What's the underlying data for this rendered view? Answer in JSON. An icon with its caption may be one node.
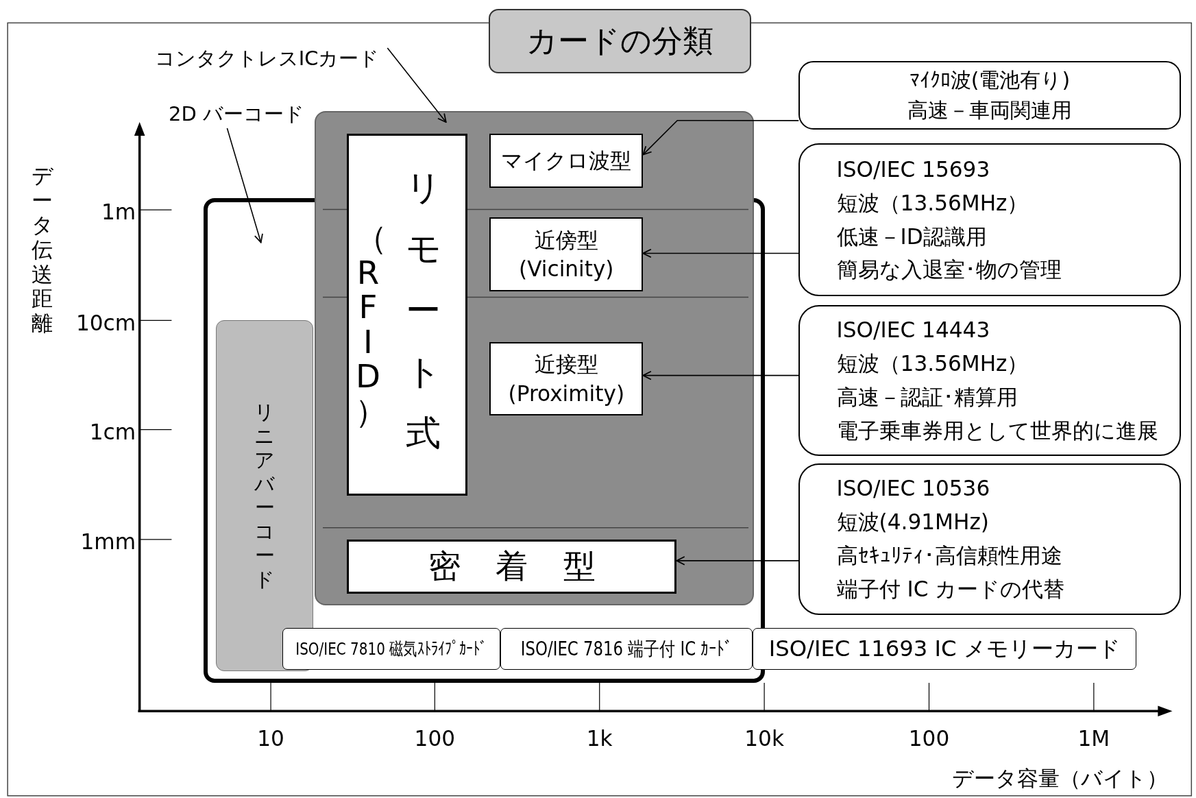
{
  "diagram": {
    "nodes": [
      {
        "text": [
          "カードの分類"
        ]
      },
      {
        "text": [
          "コンタクトレスICカード"
        ]
      },
      {
        "text": [
          "2D バーコード"
        ]
      },
      {
        "text": [],
        "shape": "box"
      },
      {
        "text": [],
        "shape": "box"
      },
      {
        "text": [
          "リニアバーコード"
        ],
        "in": 4
      },
      {
        "text": [
          "（RFID）",
          "リモート式"
        ],
        "in": 3
      },
      {
        "text": [
          "マイクロ波型"
        ],
        "in": 3
      },
      {
        "text": [
          "近傍型",
          "(Vicinity)"
        ],
        "in": 3
      },
      {
        "text": [
          "近接型",
          "(Proximity)"
        ],
        "in": 3
      },
      {
        "text": [
          "密着型"
        ],
        "in": 3
      },
      {
        "text": [
          "ﾏｲｸﾛ波(電池有り)",
          "高速－車両関連用"
        ]
      },
      {
        "text": [
          "ISO/IEC 15693",
          "短波（13.56MHz）",
          "低速－ID認識用",
          "簡易な入退室･物の管理"
        ]
      },
      {
        "text": [
          "ISO/IEC 14443",
          "短波（13.56MHz）",
          "高速－認証･精算用",
          "電子乗車券用として世界的に進展"
        ]
      },
      {
        "text": [
          "ISO/IEC 10536",
          "短波(4.91MHz)",
          "高ｾｷｭﾘﾃｨ･高信頼性用途",
          "端子付 IC カードの代替"
        ]
      },
      {
        "text": [
          "ISO/IEC 7810 磁気ｽﾄﾗｲﾌﾟｶｰﾄﾞ"
        ],
        "in": 4
      },
      {
        "text": [
          "ISO/IEC 7816 端子付 IC ｶｰﾄﾞ"
        ],
        "in": 4
      },
      {
        "text": [
          "ISO/IEC 11693 IC メモリーカード"
        ]
      }
    ],
    "edges": [
      {
        "from": 1,
        "to": 3,
        "arrow": "to"
      },
      {
        "from": 2,
        "to": 4,
        "arrow": "to"
      },
      {
        "from": 11,
        "to": 7,
        "arrow": "to"
      },
      {
        "from": 12,
        "to": 8,
        "arrow": "to"
      },
      {
        "from": 13,
        "to": 9,
        "arrow": "to"
      },
      {
        "from": 14,
        "to": 10,
        "arrow": "to"
      }
    ],
    "labels": [
      "データ伝送距離",
      "1m",
      "10cm",
      "1cm",
      "1mm",
      "10",
      "100",
      "1k",
      "10k",
      "100",
      "1M",
      "データ容量（バイト）"
    ]
  }
}
